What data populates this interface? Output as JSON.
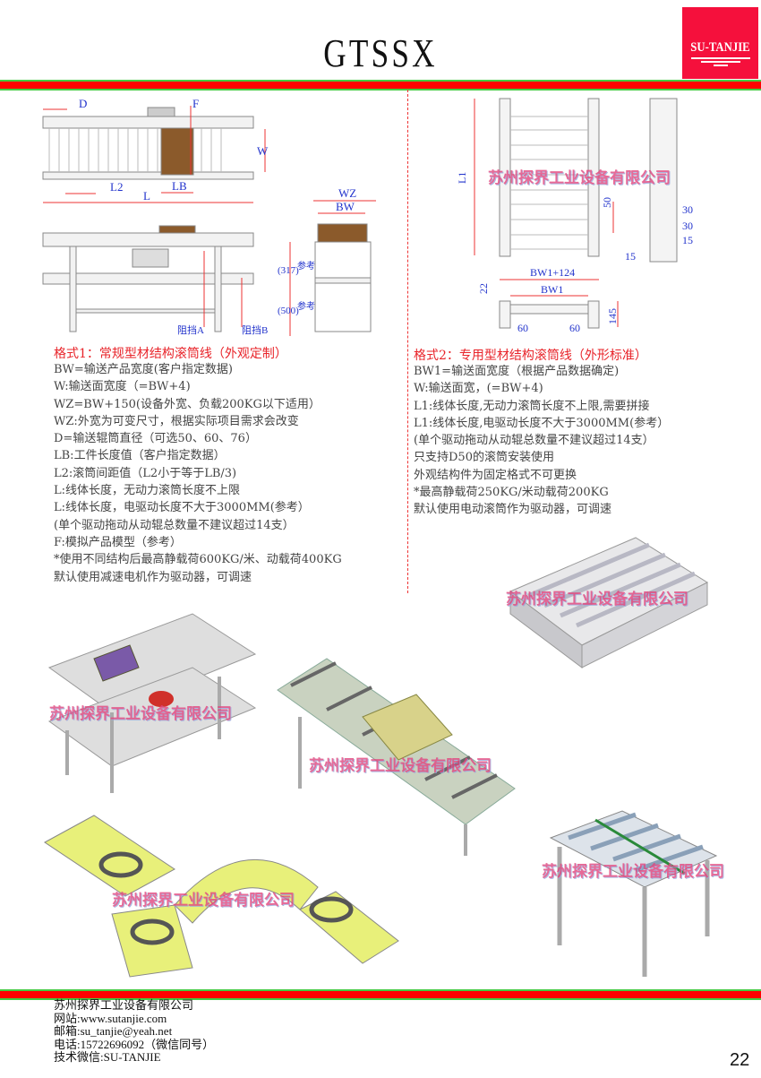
{
  "header": {
    "title": "GTSSX",
    "logo_text": "SU-TANJIE"
  },
  "format1": {
    "heading": "格式1：常规型材结构滚筒线（外观定制）",
    "lines": [
      "BW=输送产品宽度(客户指定数据)",
      "W:输送面宽度（=BW+4)",
      "WZ=BW+150(设备外宽、负载200KG以下适用）",
      "WZ:外宽为可变尺寸，根据实际项目需求会改变",
      "D=输送辊筒直径（可选50、60、76）",
      "LB:工件长度值（客户指定数据）",
      "L2:滚筒间距值（L2小于等于LB/3)",
      "L:线体长度，无动力滚筒长度不上限",
      "L:线体长度，电驱动长度不大于3000MM(参考）",
      "(单个驱动拖动从动辊总数量不建议超过14支）",
      "F:模拟产品模型（参考）",
      "*使用不同结构后最高静载荷600KG/米、动载荷400KG",
      "默认使用减速电机作为驱动器，可调速"
    ],
    "drawing_labels": {
      "D": "D",
      "F": "F",
      "W": "W",
      "L2": "L2",
      "L": "L",
      "LB": "LB",
      "WZ": "WZ",
      "BW": "BW",
      "h1": "(317)",
      "h2": "(500)",
      "ref": "参考",
      "stopA": "阻挡A",
      "stopB": "阻挡B"
    }
  },
  "format2": {
    "heading": "格式2：专用型材结构滚筒线（外形标准）",
    "lines": [
      "BW1=输送面宽度（根据产品数据确定)",
      "W:输送面宽，(=BW+4)",
      "L1:线体长度,无动力滚筒长度不上限,需要拼接",
      "L1:线体长度,电驱动长度不大于3000MM(参考）",
      "(单个驱动拖动从动辊总数量不建议超过14支）",
      "只支持D50的滚筒安装使用",
      "外观结构件为固定格式不可更换",
      "*最高静载荷250KG/米动载荷200KG",
      "默认使用电动滚筒作为驱动器，可调速"
    ],
    "drawing_labels": {
      "L1": "L1",
      "d50": "50",
      "d30a": "30",
      "d30b": "30",
      "d15a": "15",
      "d15b": "15",
      "bw1_124": "BW1+124",
      "bw1": "BW1",
      "d22": "22",
      "d145": "145",
      "d60a": "60",
      "d60b": "60"
    }
  },
  "watermark": "苏州探界工业设备有限公司",
  "footer": {
    "company": "苏州探界工业设备有限公司",
    "website": "网站:www.sutanjie.com",
    "email": "邮箱:su_tanjie@yeah.net",
    "phone": "电话:15722696092（微信同号）",
    "wechat": "技术微信:SU-TANJIE",
    "page_number": "22"
  }
}
